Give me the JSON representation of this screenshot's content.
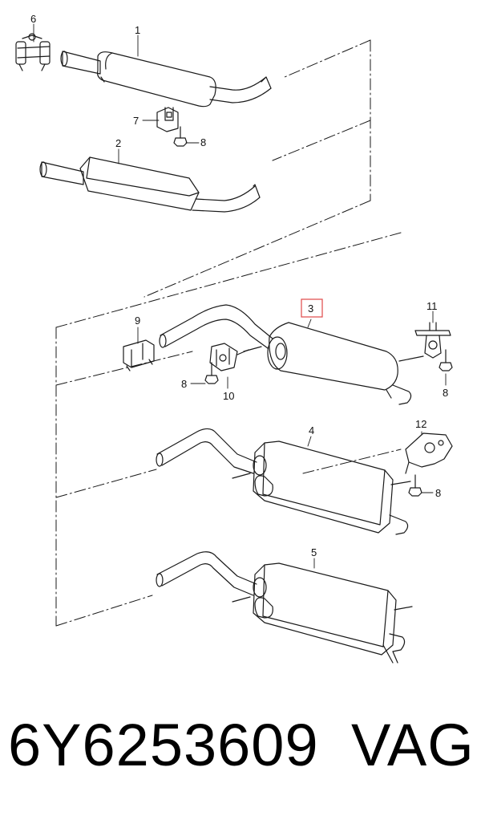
{
  "callouts": {
    "c1": "1",
    "c2": "2",
    "c3": "3",
    "c4": "4",
    "c5": "5",
    "c6": "6",
    "c7": "7",
    "c8a": "8",
    "c8b": "8",
    "c8c": "8",
    "c8d": "8",
    "c9": "9",
    "c10": "10",
    "c11": "11",
    "c12": "12"
  },
  "highlight_color": "#e04848",
  "caption": {
    "part_number": "6Y6253609",
    "brand": "VAG"
  }
}
